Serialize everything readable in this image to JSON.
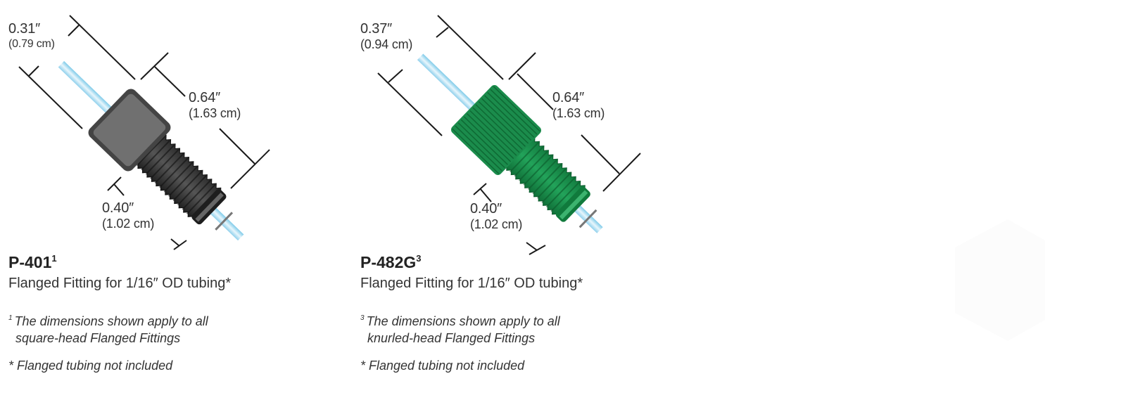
{
  "products": [
    {
      "part_number": "P-401",
      "footnote_marker": "1",
      "description": "Flanged Fitting for 1/16″ OD tubing*",
      "dimensions": {
        "head_in": "0.31″",
        "head_cm": "(0.79 cm)",
        "overall_in": "0.64″",
        "overall_cm": "(1.63 cm)",
        "thread_in": "0.40″",
        "thread_cm": "(1.02 cm)"
      },
      "note_line1": "The dimensions shown apply to all",
      "note_line2": "square-head Flanged Fittings",
      "tubing_note": "* Flanged tubing not included",
      "color": "#4a4a4a"
    },
    {
      "part_number": "P-482G",
      "footnote_marker": "3",
      "description": "Flanged Fitting for 1/16″ OD tubing*",
      "dimensions": {
        "head_in": "0.37″",
        "head_cm": "(0.94 cm)",
        "overall_in": "0.64″",
        "overall_cm": "(1.63 cm)",
        "thread_in": "0.40″",
        "thread_cm": "(1.02 cm)"
      },
      "note_line1": "The dimensions shown apply to all",
      "note_line2": "knurled-head Flanged Fittings",
      "tubing_note": "* Flanged tubing not included",
      "color": "#1b8c4c"
    }
  ]
}
